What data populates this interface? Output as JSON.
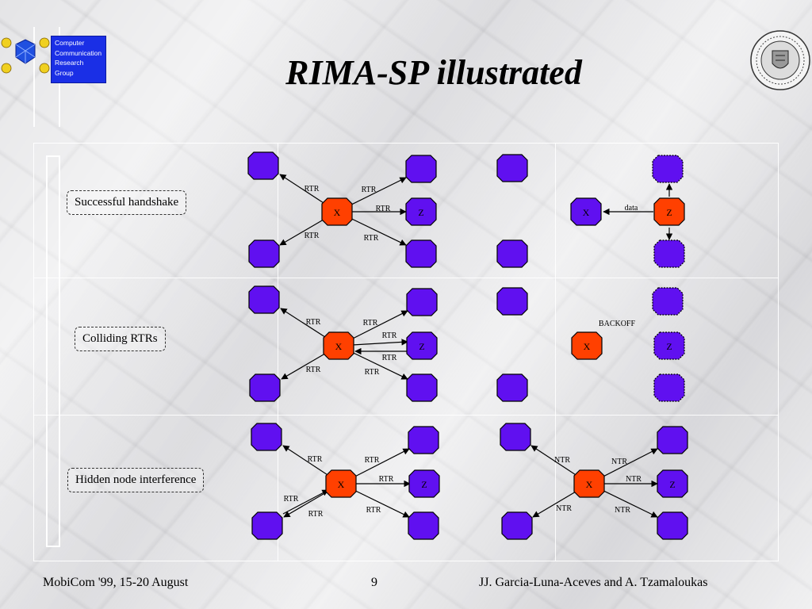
{
  "header": {
    "title": "RIMA-SP illustrated",
    "logo_lines": [
      "Computer",
      "Communication",
      "Research",
      "Group"
    ],
    "seal_icon": "university-seal-icon"
  },
  "scenarios": [
    {
      "label": "Successful handshake"
    },
    {
      "label": "Colliding RTRs"
    },
    {
      "label": "Hidden node interference"
    }
  ],
  "node_labels": {
    "x": "X",
    "z": "Z"
  },
  "edge_labels": {
    "rtr": "RTR",
    "ntr": "NTR",
    "data": "data",
    "backoff": "BACKOFF"
  },
  "colors": {
    "active_node": "#ff4000",
    "idle_node": "#6010f0",
    "node_border": "#000000"
  },
  "footer": {
    "left": "MobiCom '99, 15-20 August",
    "center": "9",
    "right": "JJ. Garcia-Luna-Aceves and A. Tzamaloukas"
  }
}
